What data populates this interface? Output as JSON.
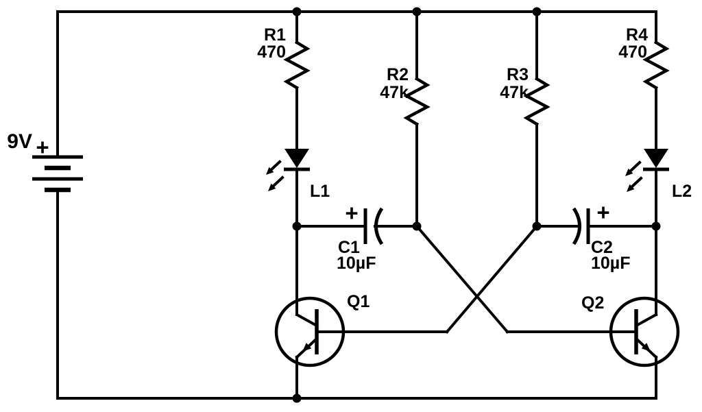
{
  "diagram": {
    "title": "Two-transistor astable multivibrator LED flasher schematic",
    "colors": {
      "line": "#000000",
      "background": "#ffffff"
    },
    "battery": {
      "label": "9V",
      "polarity": "+"
    },
    "components": {
      "r1": {
        "designator": "R1",
        "value": "470"
      },
      "r2": {
        "designator": "R2",
        "value": "47k"
      },
      "r3": {
        "designator": "R3",
        "value": "47k"
      },
      "r4": {
        "designator": "R4",
        "value": "470"
      },
      "c1": {
        "designator": "C1",
        "value": "10µF",
        "polarity": "+"
      },
      "c2": {
        "designator": "C2",
        "value": "10µF",
        "polarity": "+"
      },
      "l1": {
        "designator": "L1"
      },
      "l2": {
        "designator": "L2"
      },
      "q1": {
        "designator": "Q1"
      },
      "q2": {
        "designator": "Q2"
      }
    }
  }
}
